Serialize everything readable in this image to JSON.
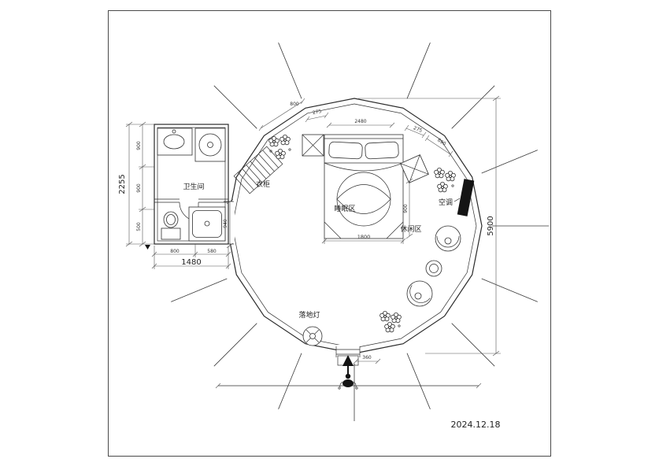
{
  "meta": {
    "date": "2024.12.18"
  },
  "labels": {
    "bathroom": "卫生间",
    "wardrobe": "衣柜",
    "sleeping": "睡眠区",
    "leisure": "休闲区",
    "ac": "空调",
    "lamp": "落地灯"
  },
  "dims": {
    "left_total": "2255",
    "left_seg1": "900",
    "left_seg2": "900",
    "left_seg3": "500",
    "bathroom_total": "1480",
    "bathroom_seg1": "800",
    "bathroom_seg2": "580",
    "overall_height": "5900",
    "top_seg1": "800",
    "top_seg2": "275",
    "top_seg3": "2480",
    "top_seg4": "275",
    "top_seg5": "690",
    "bed_width": "1800",
    "bed_depth": "900",
    "passage": "940",
    "entry_width": "360"
  },
  "colors": {
    "line": "#2b2b2b",
    "dim": "#555555",
    "solid_fill": "#141414",
    "background": "#ffffff"
  }
}
